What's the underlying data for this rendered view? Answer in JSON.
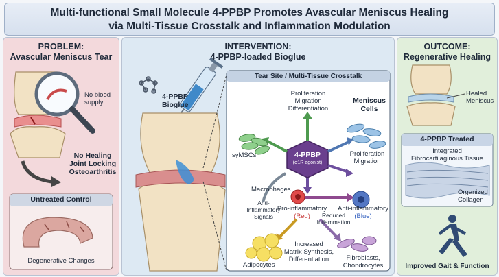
{
  "title": {
    "line1": "Multi-functional Small Molecule 4-PPBP Promotes Avascular Meniscus Healing",
    "line2": "via Multi-Tissue Crosstalk and Inflammation Modulation"
  },
  "problem": {
    "heading1": "PROBLEM:",
    "heading2": "Avascular Meniscus Tear",
    "no_blood1": "No blood",
    "no_blood2": "supply",
    "outcome1": "No Healing",
    "outcome2": "Joint Locking",
    "outcome3": "Osteoarthritis",
    "control_title": "Untreated Control",
    "control_caption": "Degenerative Changes"
  },
  "intervention": {
    "heading1": "INTERVENTION:",
    "heading2": "4-PPBP-loaded Bioglue",
    "bioglue1": "4-PPBP",
    "bioglue2": "Bioglue",
    "inset_title": "Tear Site / Multi-Tissue Crosstalk",
    "prolif1": "Proliferation",
    "prolif2": "Migration",
    "prolif3": "Differentiation",
    "meniscus1": "Meniscus",
    "meniscus2": "Cells",
    "center1": "4-PPBP",
    "center2": "(σ1R agonist)",
    "symscs": "syMSCs",
    "mc_prolif1": "Proliferation",
    "mc_prolif2": "Migration",
    "macrophages": "Macrophages",
    "anti_signals1": "Anti-",
    "anti_signals2": "Inflammatory",
    "anti_signals3": "Signals",
    "pro1": "Pro-inflammatory",
    "pro2": "(Red)",
    "anti1": "Anti-inflammatory",
    "anti2": "(Blue)",
    "reduced1": "Reduced",
    "reduced2": "Inflammation",
    "adipocytes": "Adipocytes",
    "matrix1": "Increased",
    "matrix2": "Matrix Synthesis,",
    "matrix3": "Differentiation",
    "fibro1": "Fibroblasts,",
    "fibro2": "Chondrocytes"
  },
  "outcome": {
    "heading1": "OUTCOME:",
    "heading2": "Regenerative Healing",
    "healed1": "Healed",
    "healed2": "Meniscus",
    "treated_title": "4-PPBP Treated",
    "integrated1": "Integrated",
    "integrated2": "Fibrocartilaginous Tissue",
    "organized1": "Organized",
    "organized2": "Collagen",
    "gait": "Improved Gait & Function"
  }
}
